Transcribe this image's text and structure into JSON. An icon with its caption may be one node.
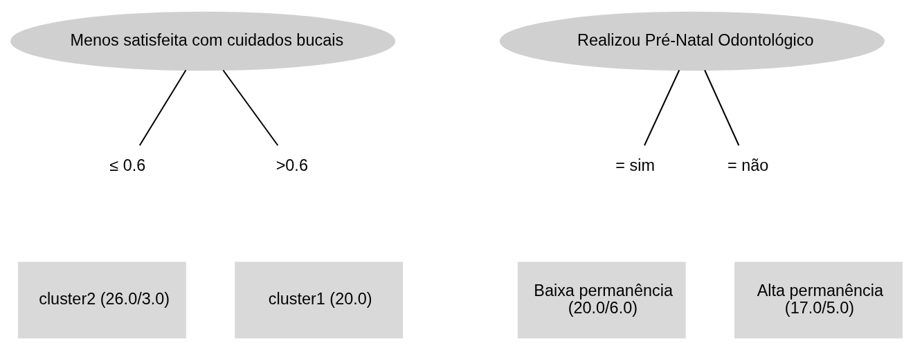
{
  "diagram": {
    "nodes": [
      {
        "text": [
          "Menos satisfeita com cuidados bucais"
        ]
      },
      {
        "text": [
          "Realizou Pré-Natal Odontológico"
        ]
      },
      {
        "text": [
          "≤ 0.6"
        ]
      },
      {
        "text": [
          ">0.6"
        ]
      },
      {
        "text": [
          "= sim"
        ]
      },
      {
        "text": [
          "= não"
        ]
      },
      {
        "text": [
          "cluster2 (26.0/3.0)"
        ]
      },
      {
        "text": [
          "cluster1 (20.0)"
        ]
      },
      {
        "text": [
          "Baixa permanência (20.0/6.0)"
        ]
      },
      {
        "text": [
          "Alta permanência (17.0/5.0)"
        ]
      }
    ],
    "edges": [
      {
        "from": 0,
        "to": 2,
        "arrow": "none"
      },
      {
        "from": 0,
        "to": 3,
        "arrow": "none"
      },
      {
        "from": 1,
        "to": 4,
        "arrow": "none"
      },
      {
        "from": 1,
        "to": 5,
        "arrow": "none"
      }
    ]
  }
}
